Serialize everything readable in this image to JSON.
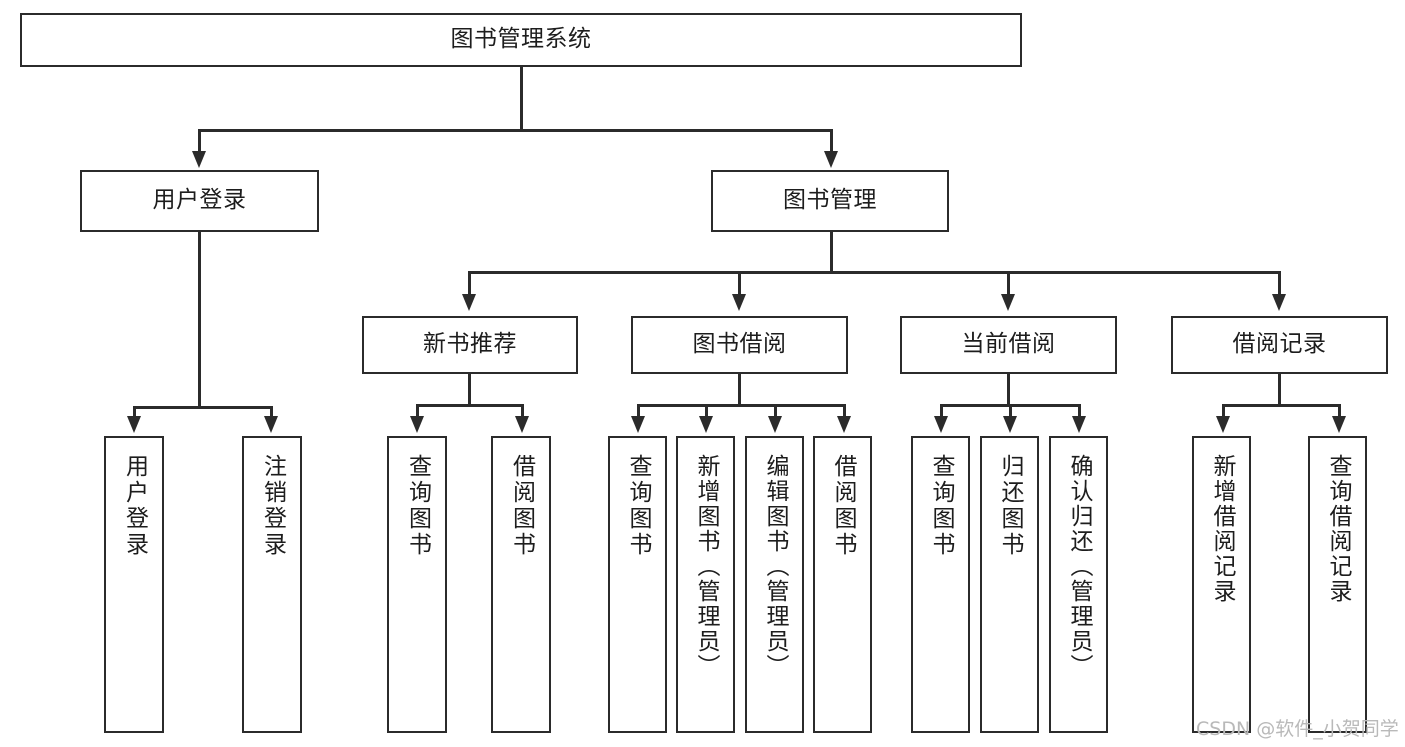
{
  "diagram": {
    "type": "tree-hierarchy",
    "title": "图书管理系统",
    "root": {
      "label": "图书管理系统"
    },
    "level2": [
      {
        "id": "user-login",
        "label": "用户登录"
      },
      {
        "id": "book-management",
        "label": "图书管理"
      }
    ],
    "level3": [
      {
        "id": "new-book-recommend",
        "label": "新书推荐",
        "parent": "book-management"
      },
      {
        "id": "book-borrow",
        "label": "图书借阅",
        "parent": "book-management"
      },
      {
        "id": "current-borrow",
        "label": "当前借阅",
        "parent": "book-management"
      },
      {
        "id": "borrow-record",
        "label": "借阅记录",
        "parent": "book-management"
      }
    ],
    "leaves": [
      {
        "id": "leaf-user-login",
        "label": "用户登录",
        "parent": "user-login"
      },
      {
        "id": "leaf-logout",
        "label": "注销登录",
        "parent": "user-login"
      },
      {
        "id": "leaf-query-book-1",
        "label": "查询图书",
        "parent": "new-book-recommend"
      },
      {
        "id": "leaf-borrow-book-1",
        "label": "借阅图书",
        "parent": "new-book-recommend"
      },
      {
        "id": "leaf-query-book-2",
        "label": "查询图书",
        "parent": "book-borrow"
      },
      {
        "id": "leaf-add-book",
        "label": "新增图书（管理员）",
        "parent": "book-borrow"
      },
      {
        "id": "leaf-edit-book",
        "label": "编辑图书（管理员）",
        "parent": "book-borrow"
      },
      {
        "id": "leaf-borrow-book-2",
        "label": "借阅图书",
        "parent": "book-borrow"
      },
      {
        "id": "leaf-query-book-3",
        "label": "查询图书",
        "parent": "current-borrow"
      },
      {
        "id": "leaf-return-book",
        "label": "归还图书",
        "parent": "current-borrow"
      },
      {
        "id": "leaf-confirm-return",
        "label": "确认归还（管理员）",
        "parent": "current-borrow"
      },
      {
        "id": "leaf-add-record",
        "label": "新增借阅记录",
        "parent": "borrow-record"
      },
      {
        "id": "leaf-query-record",
        "label": "查询借阅记录",
        "parent": "borrow-record"
      }
    ],
    "watermark": "CSDN @软件_小贺同学",
    "colors": {
      "stroke": "#2b2b2b",
      "fill": "#ffffff",
      "text": "#1d1d1d",
      "watermark": "#b9b9b9"
    }
  }
}
